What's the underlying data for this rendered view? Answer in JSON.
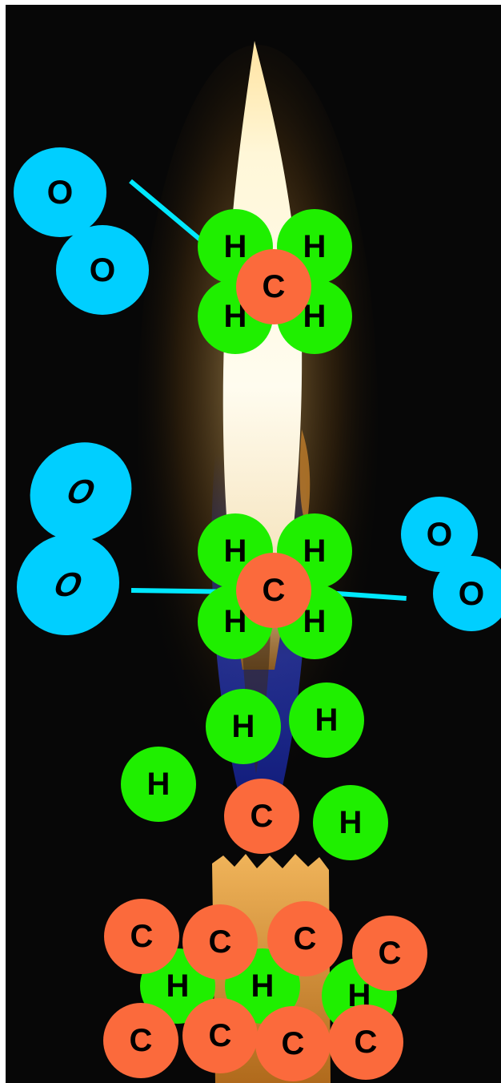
{
  "scene": {
    "colors": {
      "background": "#070707",
      "hydrogen": "#1fef00",
      "carbon": "#fb6a3c",
      "oxygen": "#00cfff",
      "bond": "#00e8ff",
      "flame_core": "#fffbe8",
      "flame_glow": "#ffc04a",
      "flame_blue": "#2a3ab8",
      "wax": "#e3a24a"
    },
    "symbols": {
      "hydrogen": "H",
      "carbon": "C",
      "oxygen": "O"
    }
  }
}
